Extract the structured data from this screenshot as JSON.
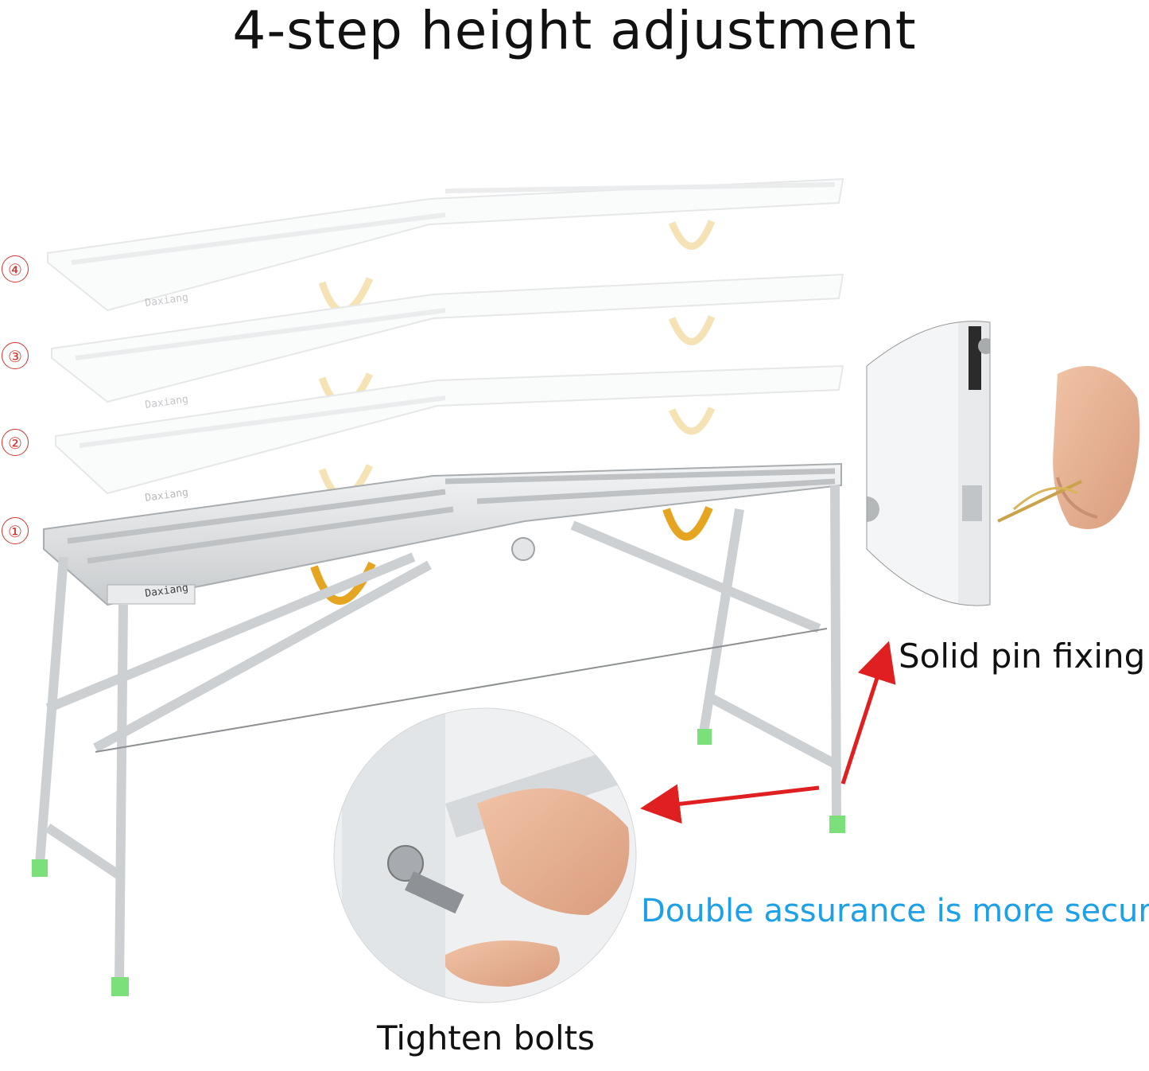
{
  "header": {
    "title": "4-step height adjustment"
  },
  "steps": [
    "④",
    "③",
    "②",
    "①"
  ],
  "brand": {
    "label": "Daxiang"
  },
  "callouts": {
    "pin": "Solid pin fixing",
    "double": "Double assurance is more secure",
    "bolts": "Tighten bolts"
  },
  "colors": {
    "step_red": "#d2332d",
    "arrow_red": "#e02020",
    "double_blue": "#1ea0e6",
    "foot_green": "#7be07a",
    "strap_yellow": "#e6b02e",
    "metal": "#d9dcde"
  }
}
